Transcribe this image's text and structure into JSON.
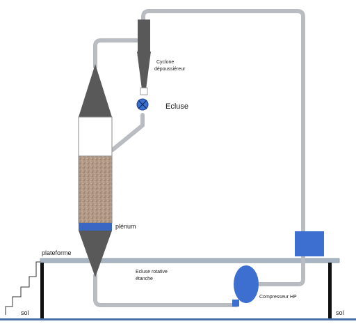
{
  "labels": {
    "cyclone_line1": "Cyclone",
    "cyclone_line2": "dépoussiéreur",
    "ecluse": "Ecluse",
    "plenum": "plénum",
    "plateforme": "plateforme",
    "ecluse_rotative_line1": "Ecluse rotative",
    "ecluse_rotative_line2": "étanche",
    "compresseur": "Compresseur HP",
    "sol_left": "sol",
    "sol_right": "sol"
  },
  "colors": {
    "pipe": "#b9bdc1",
    "cone": "#595959",
    "column_outline": "#8a8a8a",
    "media_fill": "#b29a86",
    "plenum": "#3a66c4",
    "compressor": "#3d6fd1",
    "ecluse_valve": "#3a6fd0",
    "platform": "#a7b5c2",
    "ground": "#4a6fa5",
    "structure": "#111111"
  }
}
